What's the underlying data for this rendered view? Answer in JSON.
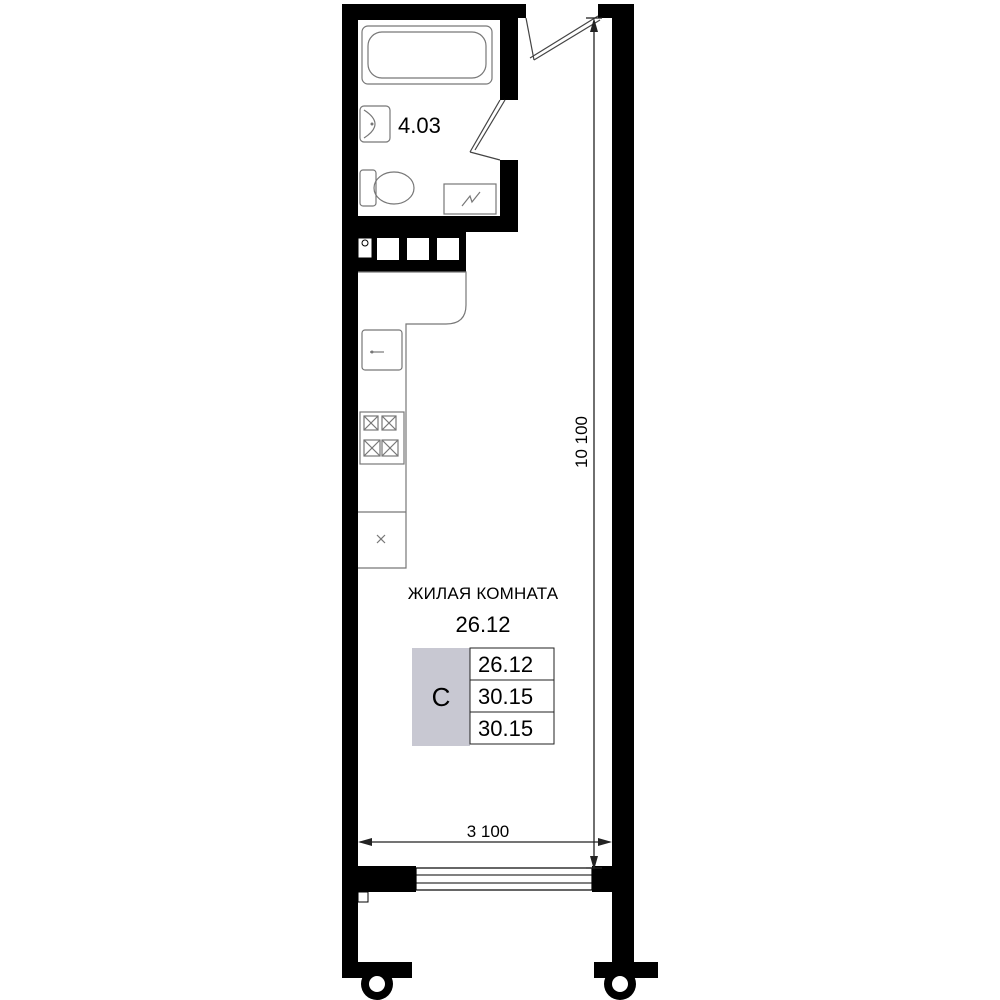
{
  "rooms": {
    "bathroom": {
      "area": "4.03"
    },
    "living": {
      "name": "ЖИЛАЯ КОМНАТА",
      "area": "26.12"
    }
  },
  "dimensions": {
    "width": "3 100",
    "length": "10 100"
  },
  "summary": {
    "type": "С",
    "type_color": "#c8c8d2",
    "values": [
      "26.12",
      "30.15",
      "30.15"
    ]
  }
}
